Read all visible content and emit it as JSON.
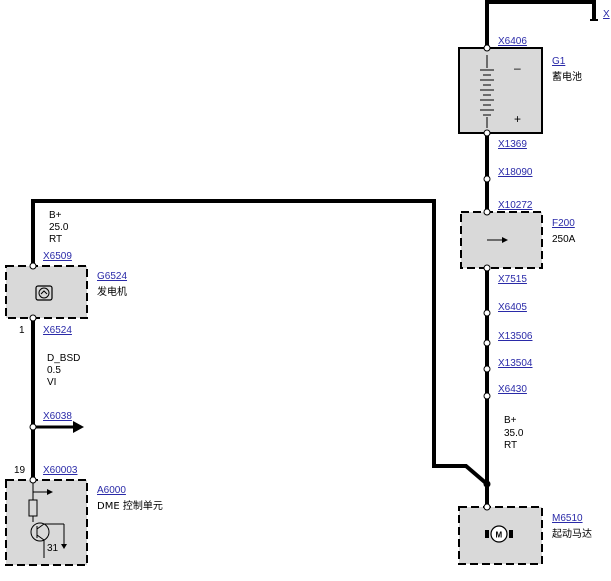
{
  "connectors": {
    "x_top_right": "X",
    "x6406": "X6406",
    "x1369": "X1369",
    "x18090": "X18090",
    "x10272": "X10272",
    "x7515": "X7515",
    "x6405": "X6405",
    "x13506": "X13506",
    "x13504": "X13504",
    "x6430": "X6430",
    "x6509": "X6509",
    "x6524": "X6524",
    "x6038": "X6038",
    "x60003": "X60003"
  },
  "components": {
    "battery": {
      "id": "G1",
      "name": "蓄电池",
      "minus": "–",
      "plus": "+"
    },
    "fuse": {
      "id": "F200",
      "rating": "250A"
    },
    "generator": {
      "id": "G6524",
      "name": "发电机"
    },
    "dme": {
      "id": "A6000",
      "name": "DME 控制单元"
    },
    "starter": {
      "id": "M6510",
      "name": "起动马达",
      "symbol": "M"
    }
  },
  "wires": {
    "gen_supply": {
      "signal": "B+",
      "size": "25.0",
      "color": "RT"
    },
    "starter_supply": {
      "signal": "B+",
      "size": "35.0",
      "color": "RT"
    },
    "dme_signal": {
      "signal": "D_BSD",
      "size": "0.5",
      "color": "VI"
    }
  },
  "pins": {
    "gen_pin": "1",
    "dme_pin_top": "19",
    "dme_pin_ground": "31"
  },
  "colors": {
    "wire": "#000000",
    "component_fill": "#d9d9d9",
    "link": "#2a2aa8"
  }
}
